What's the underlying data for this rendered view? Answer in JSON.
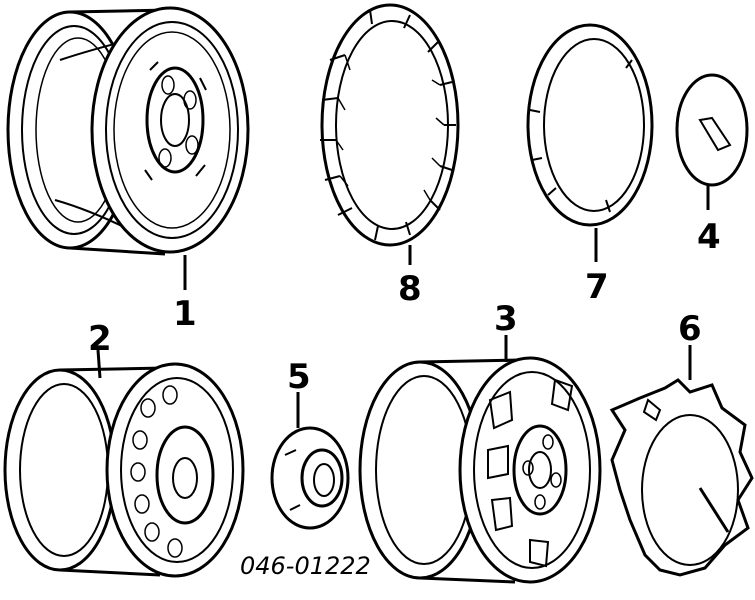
{
  "diagram": {
    "part_code": "046-01222",
    "callouts": [
      "1",
      "2",
      "3",
      "4",
      "5",
      "6",
      "7",
      "8"
    ]
  }
}
